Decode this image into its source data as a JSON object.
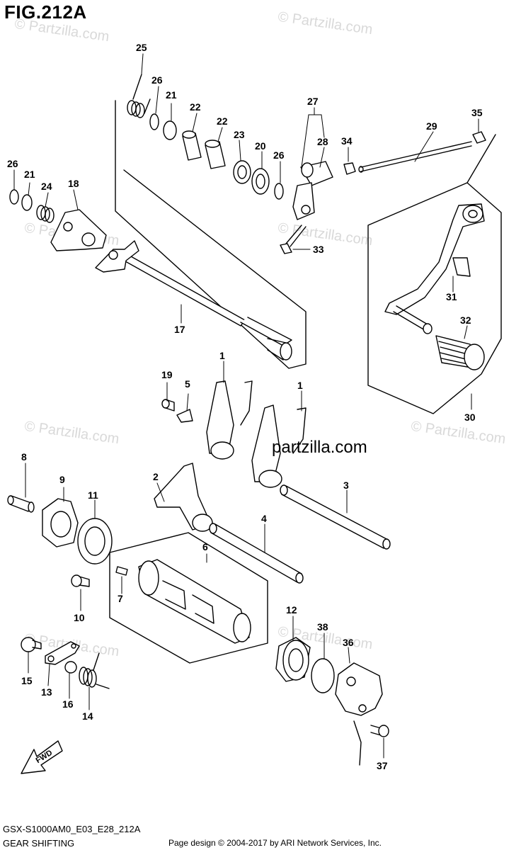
{
  "figure": {
    "title": "FIG.212A",
    "code": "GSX-S1000AM0_E03_E28_212A",
    "caption": "GEAR SHIFTING",
    "credit": "Page design © 2004-2017 by ARI Network Services, Inc.",
    "brand": "partzilla.com",
    "watermark": "© Partzilla.com",
    "fwd": "FWD"
  },
  "colors": {
    "line": "#000000",
    "background": "#ffffff",
    "watermark": "#d9d9d9"
  },
  "callouts": [
    "1",
    "1",
    "2",
    "3",
    "4",
    "5",
    "6",
    "7",
    "8",
    "9",
    "10",
    "11",
    "12",
    "13",
    "14",
    "15",
    "16",
    "17",
    "18",
    "19",
    "20",
    "21",
    "21",
    "22",
    "22",
    "23",
    "24",
    "25",
    "26",
    "26",
    "26",
    "27",
    "28",
    "29",
    "30",
    "31",
    "32",
    "33",
    "34",
    "35",
    "36",
    "37",
    "38"
  ]
}
